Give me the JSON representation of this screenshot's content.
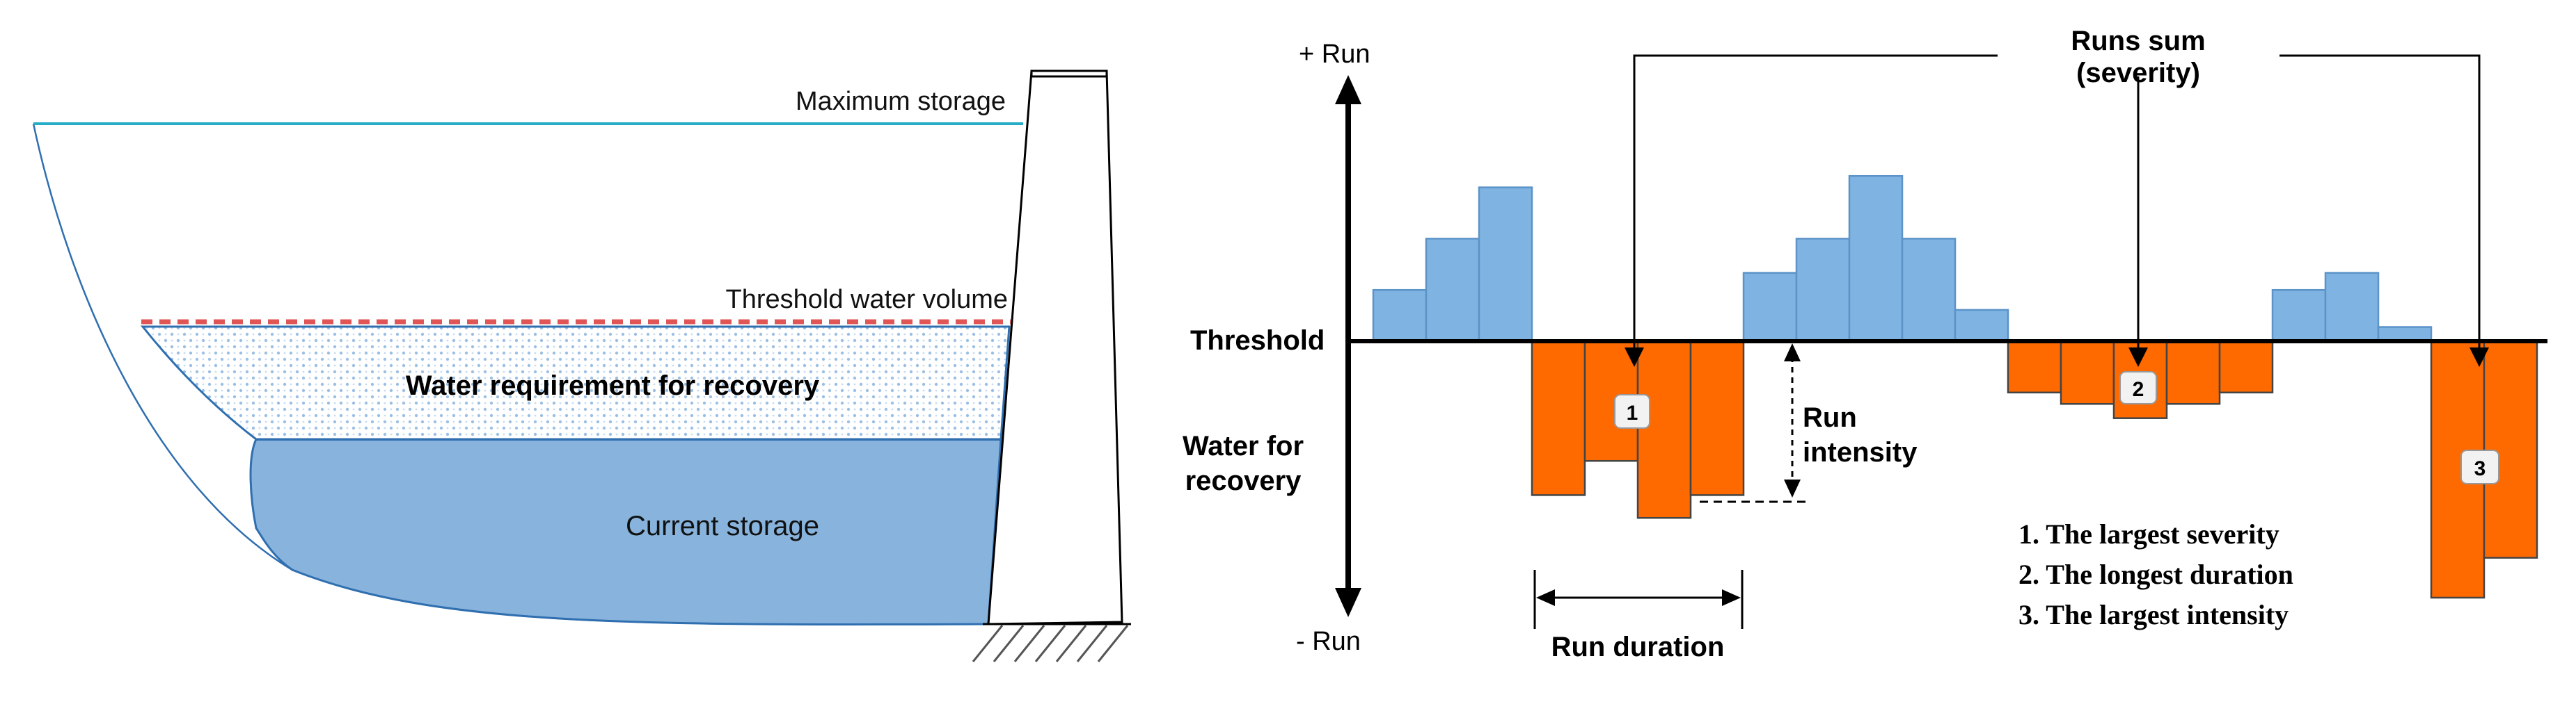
{
  "reservoir": {
    "max_storage_label": "Maximum storage",
    "threshold_label": "Threshold water volume",
    "requirement_label": "Water requirement for recovery",
    "current_label": "Current storage",
    "colors": {
      "water": "#88b3dc",
      "water_edge": "#2f6fb0",
      "dots": "#9bbfe4",
      "threshold_dash": "#e05555",
      "max_line": "#27aec6"
    }
  },
  "runs": {
    "plus_run_label": "+ Run",
    "minus_run_label": "- Run",
    "threshold_label": "Threshold",
    "water_for_label": "Water for",
    "recovery_label": "recovery",
    "runs_sum_label": "Runs sum",
    "severity_label": "(severity)",
    "run_intensity_label": "Run",
    "run_intensity_label2": "intensity",
    "run_duration_label": "Run duration",
    "badges": [
      "1",
      "2",
      "3"
    ],
    "legend": [
      "1. The largest severity",
      "2. The longest duration",
      "3. The largest intensity"
    ],
    "colors": {
      "positive": "#7eb3e2",
      "positive_edge": "#5c93c8",
      "negative": "#ff6a00",
      "negative_edge": "#444444"
    }
  },
  "chart_data": {
    "type": "bar",
    "title": "",
    "xlabel": "",
    "ylabel": "",
    "series": [
      {
        "values": [
          0.9,
          1.8,
          2.7,
          -2.7,
          -2.1,
          -3.1,
          -2.7,
          1.2,
          1.8,
          2.9,
          1.8,
          0.55,
          -0.9,
          -1.1,
          -1.35,
          -1.1,
          -0.9,
          0.9,
          1.2,
          0.25,
          -4.5,
          -3.8
        ]
      }
    ]
  }
}
